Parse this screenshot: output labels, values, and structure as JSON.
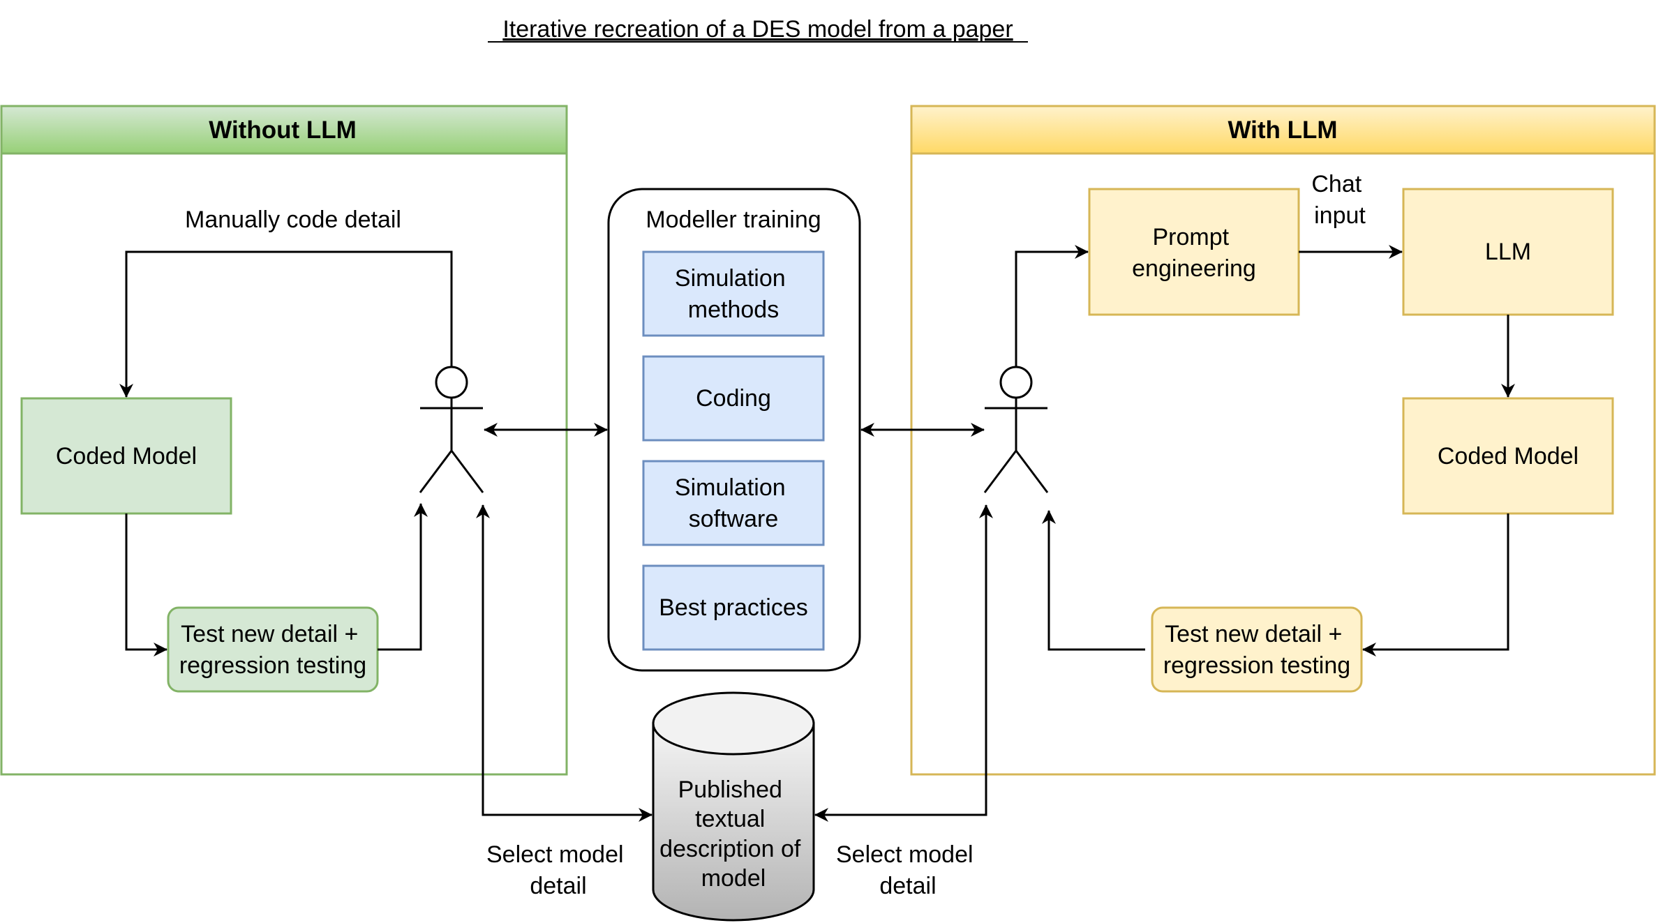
{
  "title": "Iterative recreation of a DES model from a paper",
  "left_panel": {
    "header": "Without LLM",
    "loop_label": "Manually code detail",
    "coded_model": "Coded Model",
    "test_box": [
      "Test new detail +",
      "regression testing"
    ]
  },
  "center": {
    "training": {
      "title": "Modeller training",
      "items": [
        [
          "Simulation",
          "methods"
        ],
        [
          "Coding"
        ],
        [
          "Simulation",
          "software"
        ],
        [
          "Best practices"
        ]
      ]
    },
    "database": [
      "Published",
      "textual",
      "description of",
      "model"
    ],
    "select_left": [
      "Select model",
      "detail"
    ],
    "select_right": [
      "Select model",
      "detail"
    ]
  },
  "right_panel": {
    "header": "With LLM",
    "prompt_box": [
      "Prompt",
      "engineering"
    ],
    "chat_label": [
      "Chat",
      "input"
    ],
    "llm_box": "LLM",
    "coded_model": "Coded Model",
    "test_box": [
      "Test new detail +",
      "regression testing"
    ]
  },
  "colors": {
    "green_fill": "#d5e8d4",
    "green_stroke": "#82b366",
    "yellow_fill": "#fff2cc",
    "yellow_stroke": "#d6b656",
    "blue_fill": "#dae8fc",
    "blue_stroke": "#6c8ebf"
  }
}
